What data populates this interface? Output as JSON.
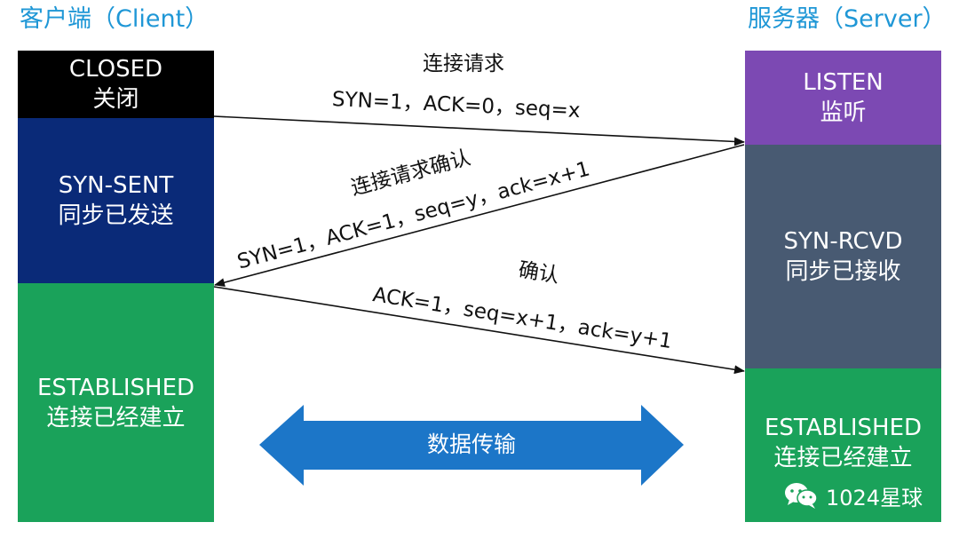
{
  "client": {
    "title": "客户端（Client）",
    "states": [
      {
        "en": "CLOSED",
        "zh": "关闭",
        "color": "#000000"
      },
      {
        "en": "SYN-SENT",
        "zh": "同步已发送",
        "color": "#0a2a78"
      },
      {
        "en": "ESTABLISHED",
        "zh": "连接已经建立",
        "color": "#1aa25a"
      }
    ]
  },
  "server": {
    "title": "服务器（Server）",
    "states": [
      {
        "en": "LISTEN",
        "zh": "监听",
        "color": "#7c49b3"
      },
      {
        "en": "SYN-RCVD",
        "zh": "同步已接收",
        "color": "#485a72"
      },
      {
        "en": "ESTABLISHED",
        "zh": "连接已经建立",
        "color": "#1aa25a"
      }
    ]
  },
  "messages": [
    {
      "title": "连接请求",
      "detail": "SYN=1，ACK=0，seq=x"
    },
    {
      "title": "连接请求确认",
      "detail": "SYN=1，ACK=1，seq=y，ack=x+1"
    },
    {
      "title": "确认",
      "detail": "ACK=1，seq=x+1，ack=y+1"
    }
  ],
  "transfer": {
    "label": "数据传输",
    "color": "#1c76c8"
  },
  "watermark": {
    "text": "1024星球",
    "icon": "wechat-icon"
  }
}
